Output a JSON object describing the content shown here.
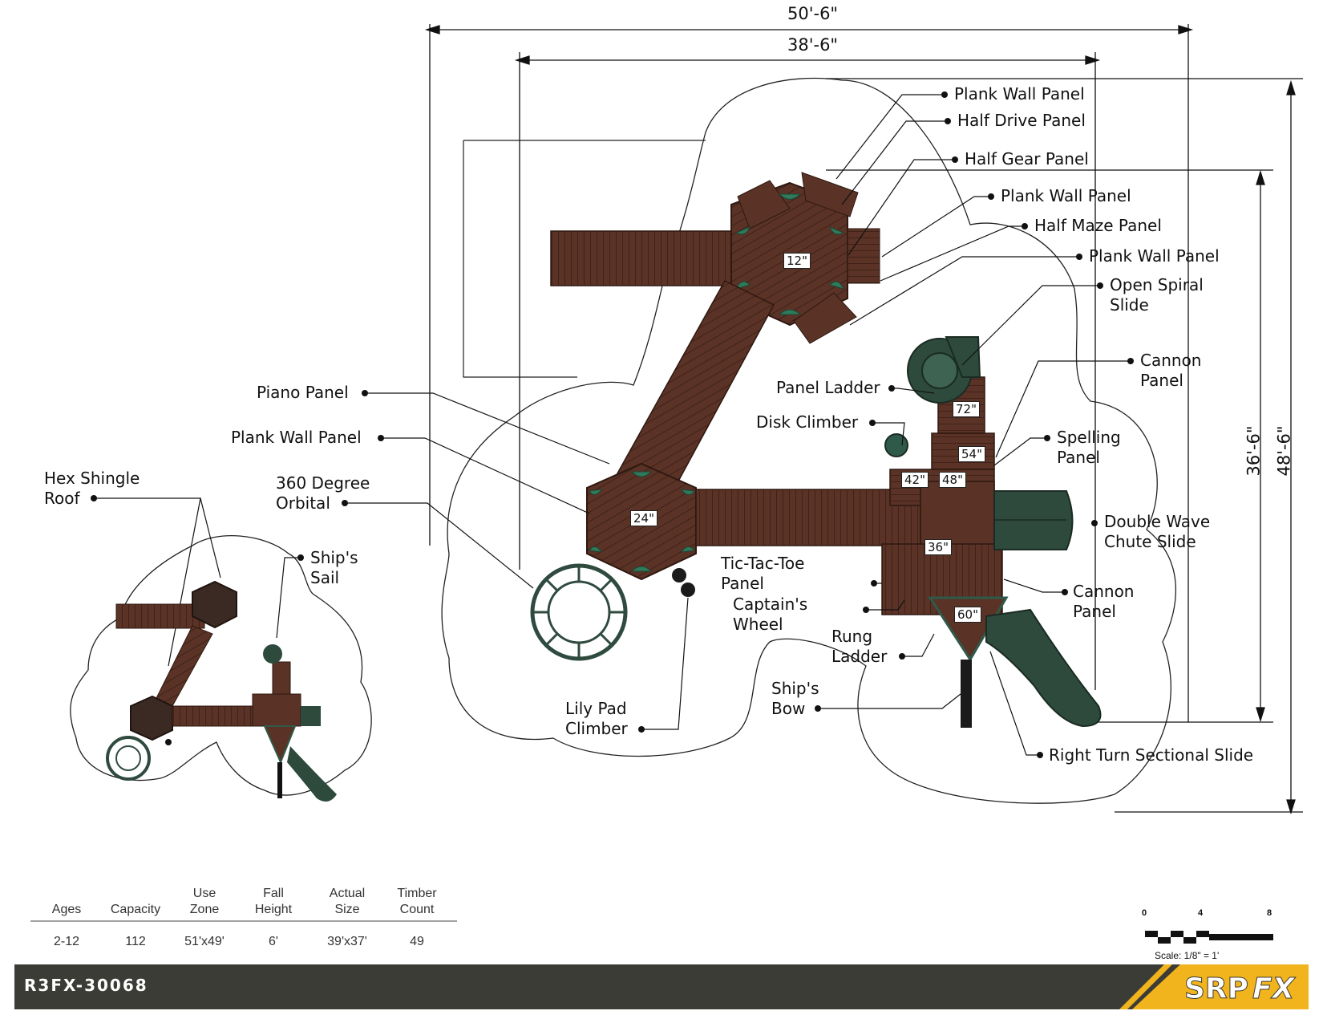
{
  "dimensions": {
    "overall_width": "50'-6\"",
    "deck_width": "38'-6\"",
    "deck_depth": "36'-6\"",
    "overall_depth": "48'-6\""
  },
  "deck_heights": {
    "hex_top": "12\"",
    "hex_left": "24\"",
    "tower_72": "72\"",
    "tower_54": "54\"",
    "deck_42": "42\"",
    "deck_48": "48\"",
    "deck_36": "36\"",
    "bow_60": "60\""
  },
  "labels": {
    "plank_wall_panel_1": "Plank Wall Panel",
    "half_drive_panel": "Half Drive Panel",
    "half_gear_panel": "Half Gear Panel",
    "plank_wall_panel_2": "Plank Wall Panel",
    "half_maze_panel": "Half Maze Panel",
    "plank_wall_panel_3": "Plank Wall Panel",
    "open_spiral_slide_1": "Open Spiral",
    "open_spiral_slide_2": "Slide",
    "cannon_panel_top_1": "Cannon",
    "cannon_panel_top_2": "Panel",
    "panel_ladder": "Panel Ladder",
    "disk_climber": "Disk Climber",
    "spelling_panel_1": "Spelling",
    "spelling_panel_2": "Panel",
    "double_wave_1": "Double Wave",
    "double_wave_2": "Chute Slide",
    "piano_panel": "Piano Panel",
    "plank_wall_panel_left": "Plank Wall Panel",
    "orbital_1": "360 Degree",
    "orbital_2": "Orbital",
    "hex_roof_1": "Hex Shingle",
    "hex_roof_2": "Roof",
    "ships_sail_1": "Ship's",
    "ships_sail_2": "Sail",
    "tictactoe_1": "Tic-Tac-Toe",
    "tictactoe_2": "Panel",
    "captains_wheel_1": "Captain's",
    "captains_wheel_2": "Wheel",
    "cannon_panel_bottom_1": "Cannon",
    "cannon_panel_bottom_2": "Panel",
    "rung_ladder_1": "Rung",
    "rung_ladder_2": "Ladder",
    "lily_pad_1": "Lily Pad",
    "lily_pad_2": "Climber",
    "ships_bow_1": "Ship's",
    "ships_bow_2": "Bow",
    "right_turn_slide": "Right Turn Sectional Slide"
  },
  "specs": {
    "headers": [
      {
        "line1": "",
        "line2": "Ages"
      },
      {
        "line1": "",
        "line2": "Capacity"
      },
      {
        "line1": "Use",
        "line2": "Zone"
      },
      {
        "line1": "Fall",
        "line2": "Height"
      },
      {
        "line1": "Actual",
        "line2": "Size"
      },
      {
        "line1": "Timber",
        "line2": "Count"
      }
    ],
    "values": [
      "2-12",
      "112",
      "51'x49'",
      "6'",
      "39'x37'",
      "49"
    ]
  },
  "scale": {
    "tick_0": "0",
    "tick_4": "4",
    "tick_8": "8",
    "text": "Scale: 1/8\" = 1'"
  },
  "footer": {
    "model": "R3FX-30068",
    "brand": "SRPFX"
  },
  "colors": {
    "deck": "#5a3226",
    "deck_dark": "#3b1f16",
    "accent_green": "#2f5a49",
    "slide_green": "#2d4a3c",
    "footer": "#3c3c36",
    "brand_yellow": "#f2b41c"
  }
}
